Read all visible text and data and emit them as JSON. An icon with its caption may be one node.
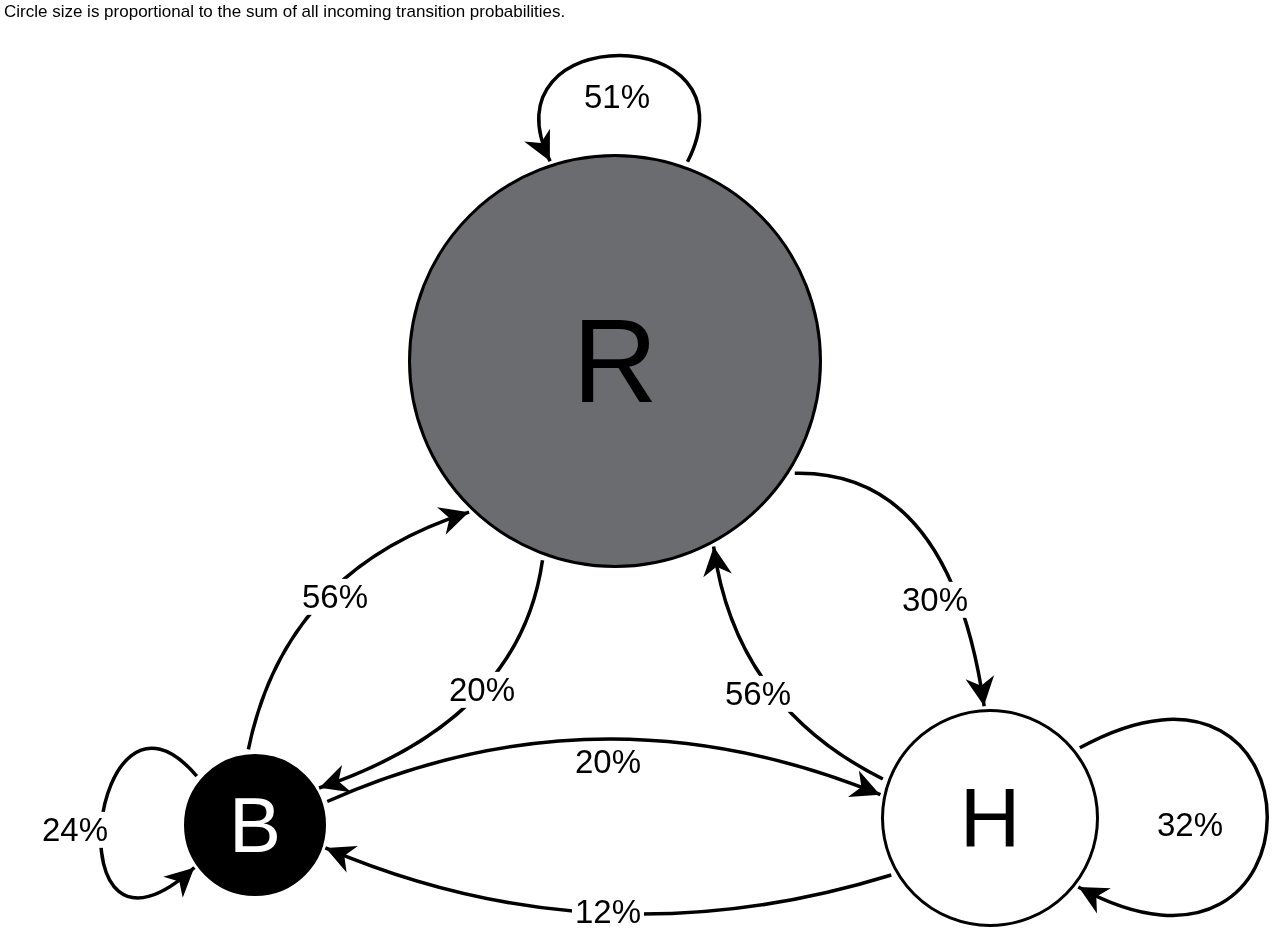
{
  "diagram": {
    "caption": "Circle size is proportional to the sum of all incoming transition probabilities.",
    "nodes": [
      {
        "text": [
          "R"
        ]
      },
      {
        "text": [
          "B"
        ]
      },
      {
        "text": [
          "H"
        ]
      }
    ],
    "edges": [
      {
        "from": 0,
        "to": 0,
        "arrow": "to",
        "label": "51%"
      },
      {
        "from": 1,
        "to": 0,
        "arrow": "to",
        "label": "56%"
      },
      {
        "from": 0,
        "to": 1,
        "arrow": "to",
        "label": "20%"
      },
      {
        "from": 1,
        "to": 2,
        "arrow": "to",
        "label": "20%"
      },
      {
        "from": 2,
        "to": 1,
        "arrow": "to",
        "label": "12%"
      },
      {
        "from": 2,
        "to": 0,
        "arrow": "to",
        "label": "56%"
      },
      {
        "from": 0,
        "to": 2,
        "arrow": "to",
        "label": "30%"
      },
      {
        "from": 1,
        "to": 1,
        "arrow": "to",
        "label": "24%"
      },
      {
        "from": 2,
        "to": 2,
        "arrow": "to",
        "label": "32%"
      }
    ]
  }
}
